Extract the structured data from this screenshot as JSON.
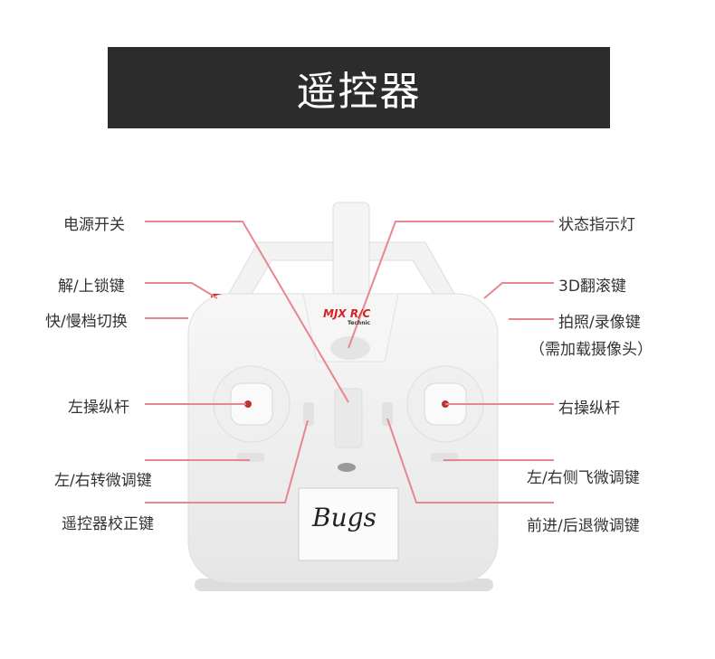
{
  "title": "遥控器",
  "left_labels": [
    "电源开关",
    "解/上锁键",
    "快/慢档切换",
    "左操纵杆",
    "左/右转微调键",
    "遥控器校正键"
  ],
  "right_labels": [
    "状态指示灯",
    "3D翻滚键",
    "拍照/录像键",
    "（需加载摄像头）",
    "右操纵杆",
    "左/右侧飞微调键",
    "前进/后退微调键"
  ],
  "device": {
    "brand_logo": "MJX R/C",
    "brand_sub": "Technic",
    "panel_label": "Bugs"
  },
  "colors": {
    "line": "#e8868f",
    "banner": "#2c2c2c"
  }
}
